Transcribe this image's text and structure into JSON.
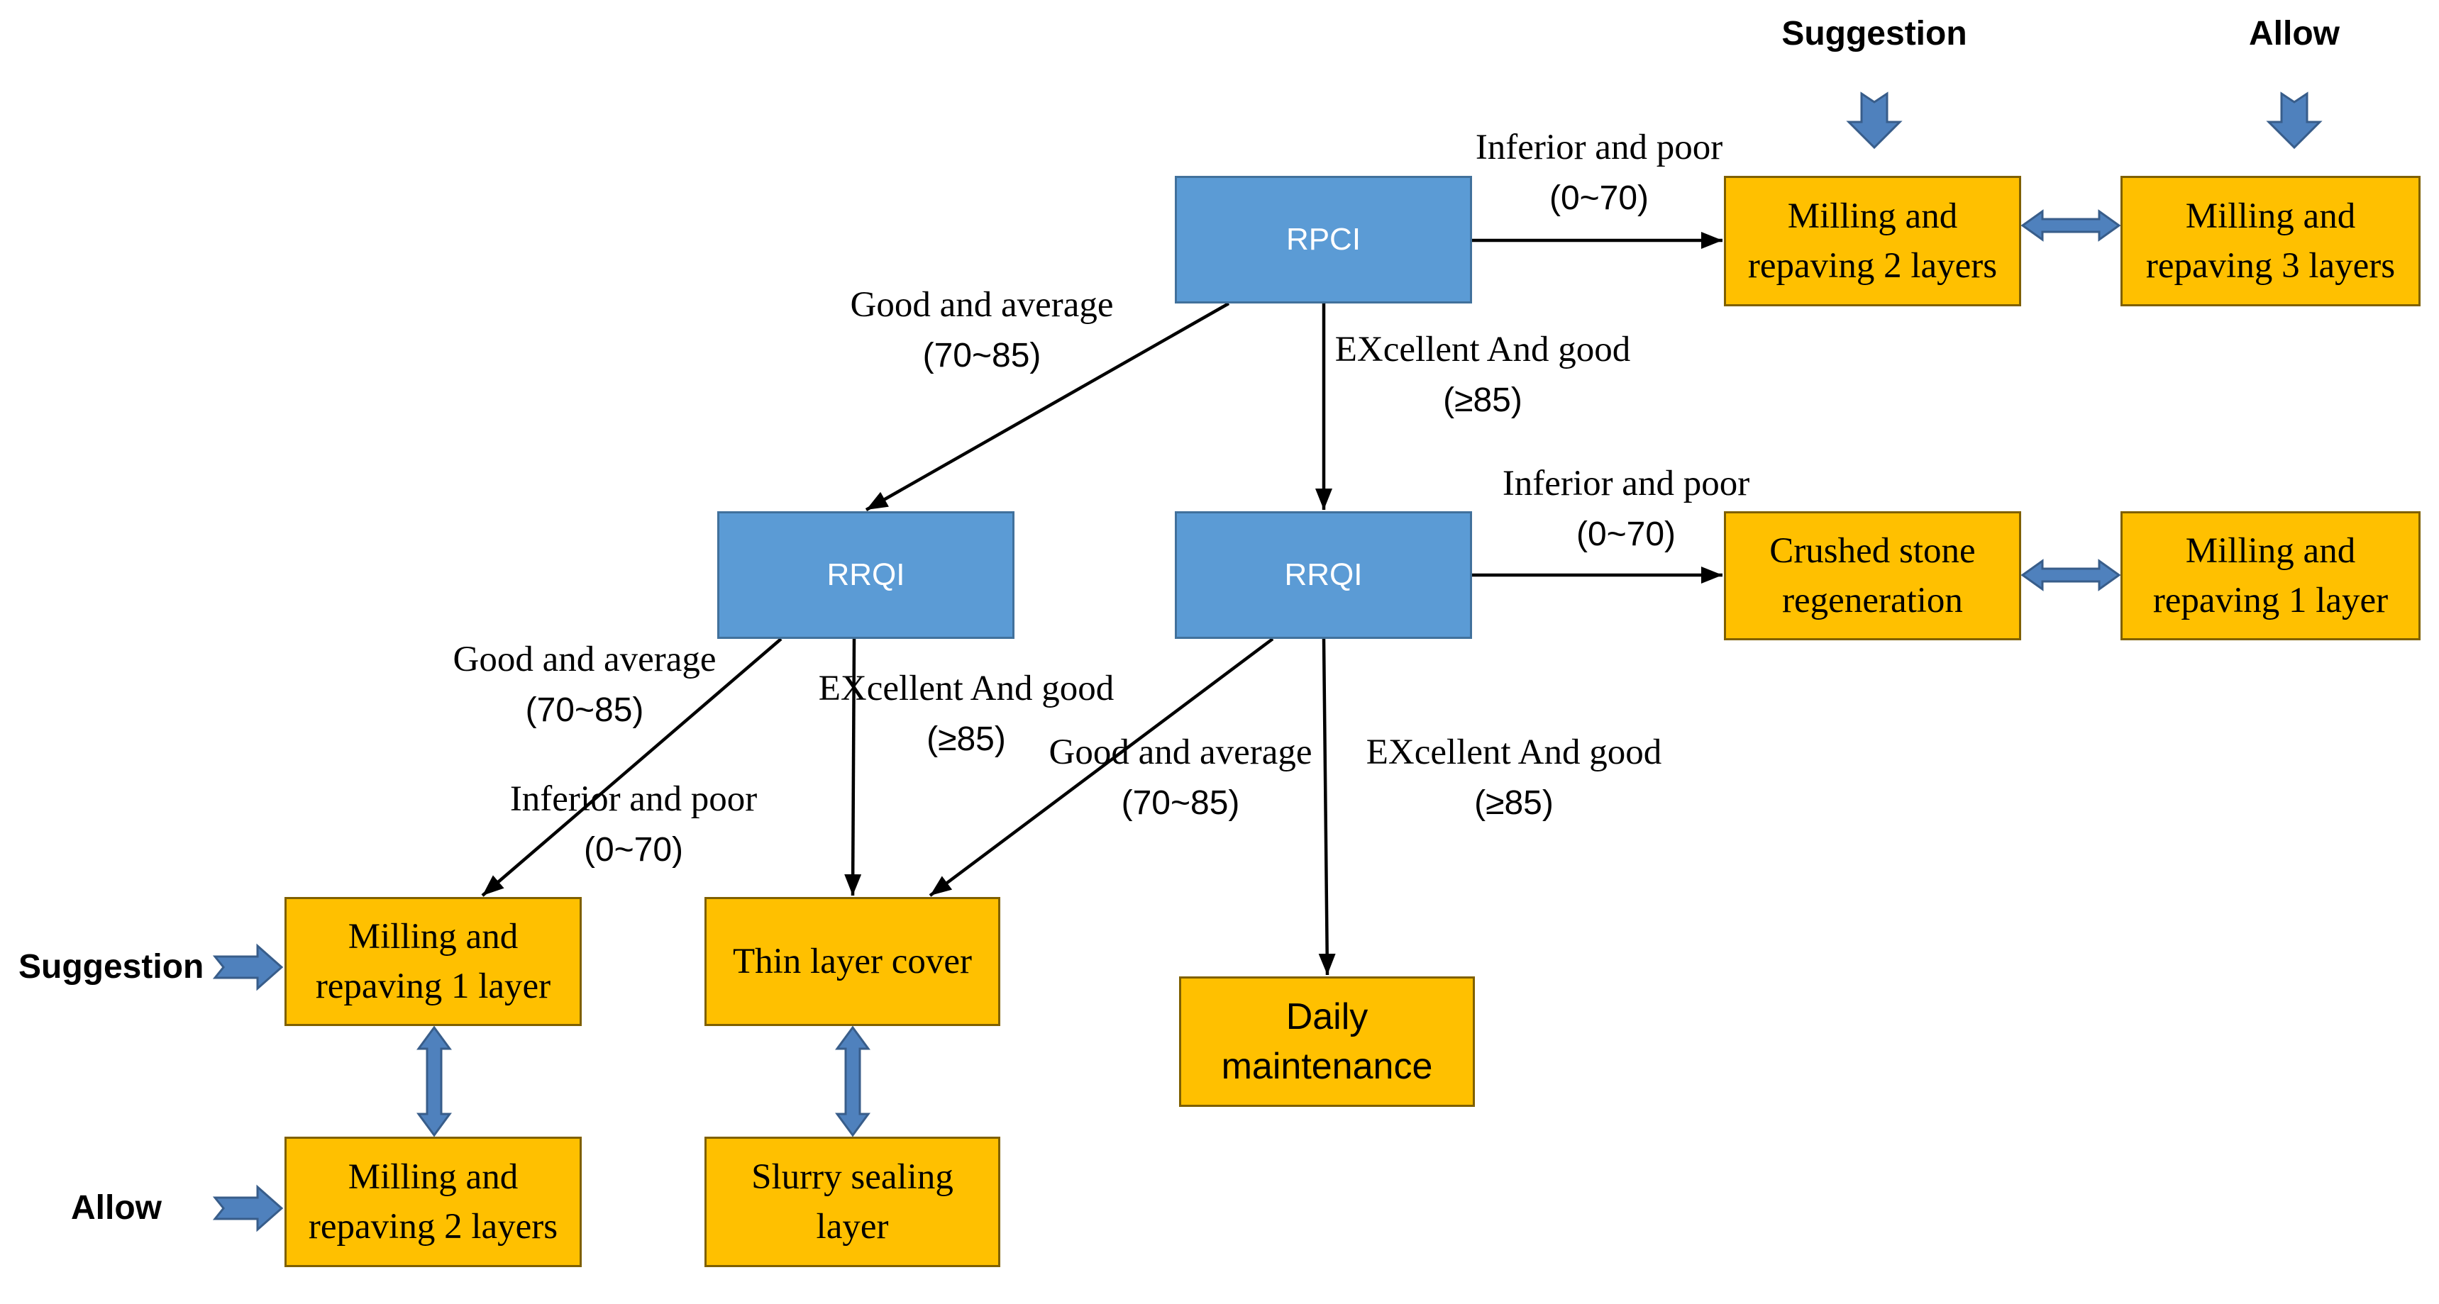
{
  "tags": {
    "top_suggestion": "Suggestion",
    "top_allow": "Allow",
    "left_suggestion": "Suggestion",
    "left_allow": "Allow"
  },
  "nodes": {
    "rpci": {
      "text": "RPCI"
    },
    "rrqi_left": {
      "text": "RRQI"
    },
    "rrqi_right": {
      "text": "RRQI"
    },
    "top_milling_2": {
      "lines": [
        "Milling and",
        "repaving 2 layers"
      ]
    },
    "top_milling_3": {
      "lines": [
        "Milling and",
        "repaving 3 layers"
      ]
    },
    "crushed_stone": {
      "lines": [
        "Crushed stone",
        "regeneration"
      ]
    },
    "right_milling_1": {
      "lines": [
        "Milling and",
        "repaving 1 layer"
      ]
    },
    "left_milling_1": {
      "lines": [
        "Milling and",
        "repaving 1 layer"
      ]
    },
    "left_milling_2": {
      "lines": [
        "Milling and",
        "repaving 2 layers"
      ]
    },
    "thin_layer": {
      "lines": [
        "Thin layer cover"
      ]
    },
    "slurry": {
      "lines": [
        "Slurry sealing",
        "layer"
      ]
    },
    "daily": {
      "lines": [
        "Daily",
        "maintenance"
      ]
    }
  },
  "edge_labels": {
    "rpci_to_top_milling_2": {
      "condition": "Inferior and poor",
      "range": "(0~70)"
    },
    "rpci_to_rrqi_left": {
      "condition": "Good and average",
      "range": "(70~85)"
    },
    "rpci_to_rrqi_right": {
      "condition": "EXcellent And good",
      "range": "(≥85)"
    },
    "rrqi_right_to_crushed": {
      "condition": "Inferior and poor",
      "range": "(0~70)"
    },
    "rrqi_left_good": {
      "condition": "Good and average",
      "range": "(70~85)"
    },
    "rrqi_left_excellent": {
      "condition": "EXcellent And good",
      "range": "(≥85)"
    },
    "rrqi_left_inferior": {
      "condition": "Inferior and poor",
      "range": "(0~70)"
    },
    "rrqi_right_good": {
      "condition": "Good and average",
      "range": "(70~85)"
    },
    "rrqi_right_excellent": {
      "condition": "EXcellent And good",
      "range": "(≥85)"
    }
  },
  "colors": {
    "decision_fill": "#5B9BD5",
    "decision_border": "#41719C",
    "action_fill": "#FFC000",
    "action_border": "#7F6000",
    "block_arrow_fill": "#4F81BD",
    "block_arrow_stroke": "#385D8A",
    "connector": "#000000"
  }
}
